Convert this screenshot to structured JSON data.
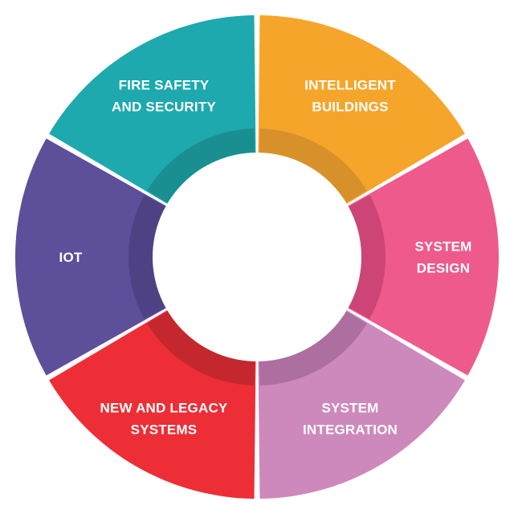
{
  "diagram": {
    "type": "segmented-ring",
    "segments": [
      {
        "id": "intelligent-buildings",
        "lines": [
          "INTELLIGENT",
          "BUILDINGS"
        ],
        "color": "#f6a52b",
        "inner_shade": "#d8912a"
      },
      {
        "id": "system-design",
        "lines": [
          "SYSTEM",
          "DESIGN"
        ],
        "color": "#ee5a8c",
        "inner_shade": "#cc4576"
      },
      {
        "id": "system-integration",
        "lines": [
          "SYSTEM",
          "INTEGRATION"
        ],
        "color": "#cd89bc",
        "inner_shade": "#ad6ea0"
      },
      {
        "id": "new-and-legacy-systems",
        "lines": [
          "NEW AND LEGACY",
          "SYSTEMS"
        ],
        "color": "#ed2e36",
        "inner_shade": "#c5272e"
      },
      {
        "id": "iot",
        "lines": [
          "IOT"
        ],
        "color": "#5e4f9b",
        "inner_shade": "#4e4285"
      },
      {
        "id": "fire-safety-and-security",
        "lines": [
          "FIRE SAFETY",
          "AND SECURITY"
        ],
        "color": "#1da9ae",
        "inner_shade": "#1a8f92"
      }
    ],
    "center_color": "#ffffff"
  }
}
